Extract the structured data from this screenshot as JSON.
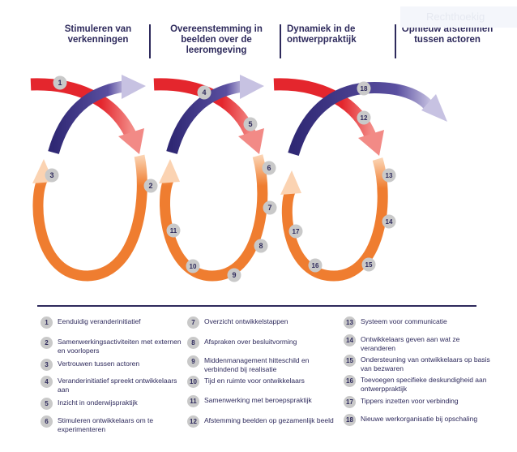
{
  "phases": [
    "Stimuleren van verkenningen",
    "Overeenstemming in beelden over de leeromgeving",
    "Dynamiek in de ontwerppraktijk",
    "Opnieuw afstemmen tussen actoren"
  ],
  "ghost_label": "Rechthoekig",
  "colors": {
    "red": "#e4262d",
    "purple": "#3b2f82",
    "orange": "#ef7d30",
    "badge": "#c9c9c9",
    "text": "#2e2a5c"
  },
  "markers": [
    "1",
    "2",
    "3",
    "4",
    "5",
    "6",
    "7",
    "8",
    "9",
    "10",
    "11",
    "12",
    "13",
    "14",
    "15",
    "16",
    "17",
    "18"
  ],
  "legend": [
    {
      "num": "1",
      "text": "Eenduidig veranderinitiatief"
    },
    {
      "num": "2",
      "text": "Samenwerkingsactiviteiten met externen en voorlopers"
    },
    {
      "num": "3",
      "text": "Vertrouwen tussen actoren"
    },
    {
      "num": "4",
      "text": "Veranderinitiatief spreekt ontwikkelaars aan"
    },
    {
      "num": "5",
      "text": "Inzicht in onderwijspraktijk"
    },
    {
      "num": "6",
      "text": "Stimuleren ontwikkelaars om te experimenteren"
    },
    {
      "num": "7",
      "text": "Overzicht ontwikkelstappen"
    },
    {
      "num": "8",
      "text": "Afspraken over besluitvorming"
    },
    {
      "num": "9",
      "text": "Middenmanagement hitteschild en verbindend bij realisatie"
    },
    {
      "num": "10",
      "text": "Tijd en ruimte voor ontwikkelaars"
    },
    {
      "num": "11",
      "text": "Samenwerking met beroepspraktijk"
    },
    {
      "num": "12",
      "text": "Afstemming beelden op gezamenlijk beeld"
    },
    {
      "num": "13",
      "text": "Systeem voor communicatie"
    },
    {
      "num": "14",
      "text": "Ontwikkelaars geven aan wat ze veranderen"
    },
    {
      "num": "15",
      "text": "Ondersteuning van ontwikkelaars op basis van bezwaren"
    },
    {
      "num": "16",
      "text": "Toevoegen specifieke deskundigheid aan ontwerppraktijk"
    },
    {
      "num": "17",
      "text": "Tippers inzetten voor verbinding"
    },
    {
      "num": "18",
      "text": "Nieuwe werkorganisatie bij opschaling"
    }
  ]
}
